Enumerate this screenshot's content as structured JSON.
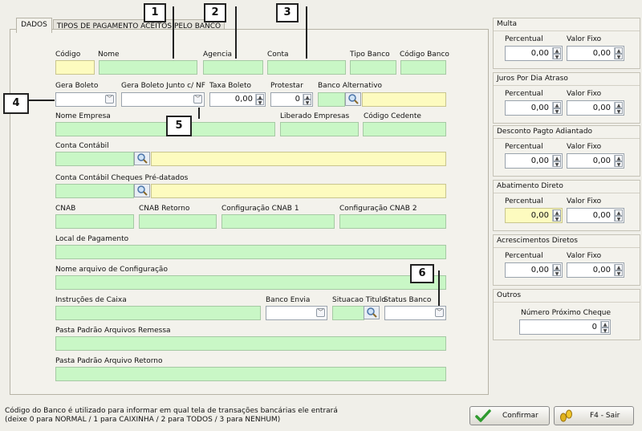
{
  "tabs": [
    "DADOS",
    "TIPOS DE PAGAMENTO ACEITOS PELO BANCO"
  ],
  "form": {
    "codigo": "Código",
    "nome": "Nome",
    "agencia": "Agencia",
    "conta": "Conta",
    "tipo_banco": "Tipo Banco",
    "codigo_banco": "Código Banco",
    "gera_boleto": "Gera Boleto",
    "gera_boleto_junto": "Gera Boleto Junto c/ NF",
    "taxa_boleto": "Taxa Boleto",
    "taxa_boleto_value": "0,00",
    "protestar": "Protestar",
    "protestar_value": "0",
    "banco_alternativo": "Banco Alternativo",
    "nome_empresa": "Nome Empresa",
    "liberado_empresas": "Liberado Empresas",
    "codigo_cedente": "Código Cedente",
    "conta_contabil": "Conta Contábil",
    "conta_contabil_cheques": "Conta Contábil Cheques Pré-datados",
    "cnab": "CNAB",
    "cnab_retorno": "CNAB Retorno",
    "config_cnab1": "Configuração CNAB 1",
    "config_cnab2": "Configuração CNAB 2",
    "local_pagamento": "Local de Pagamento",
    "nome_arquivo_config": "Nome arquivo de Configuração",
    "instrucoes_caixa": "Instruções de Caixa",
    "banco_envia": "Banco Envia",
    "situacao_titulo": "Situacao Titulo",
    "status_banco": "Status Banco",
    "pasta_remessa": "Pasta Padrão Arquivos Remessa",
    "pasta_retorno": "Pasta Padrão Arquivo Retorno"
  },
  "callouts": [
    "1",
    "2",
    "3",
    "4",
    "5",
    "6"
  ],
  "right": {
    "percentual": "Percentual",
    "valor_fixo": "Valor Fixo",
    "zero": "0,00",
    "groups": [
      "Multa",
      "Juros Por Dia Atraso",
      "Desconto Pagto Adiantado",
      "Abatimento Direto",
      "Acrescimentos Diretos"
    ],
    "outros": "Outros",
    "numero_proximo_cheque": "Número Próximo Cheque",
    "numero_proximo_cheque_value": "0"
  },
  "footer": {
    "line1": "Código do Banco é utilizado para informar em qual tela de transações bancárias ele entrará",
    "line2": "(deixe 0 para NORMAL / 1 para CAIXINHA / 2 para TODOS / 3 para NENHUM)"
  },
  "buttons": {
    "confirmar": "Confirmar",
    "sair": "F4 - Sair"
  }
}
